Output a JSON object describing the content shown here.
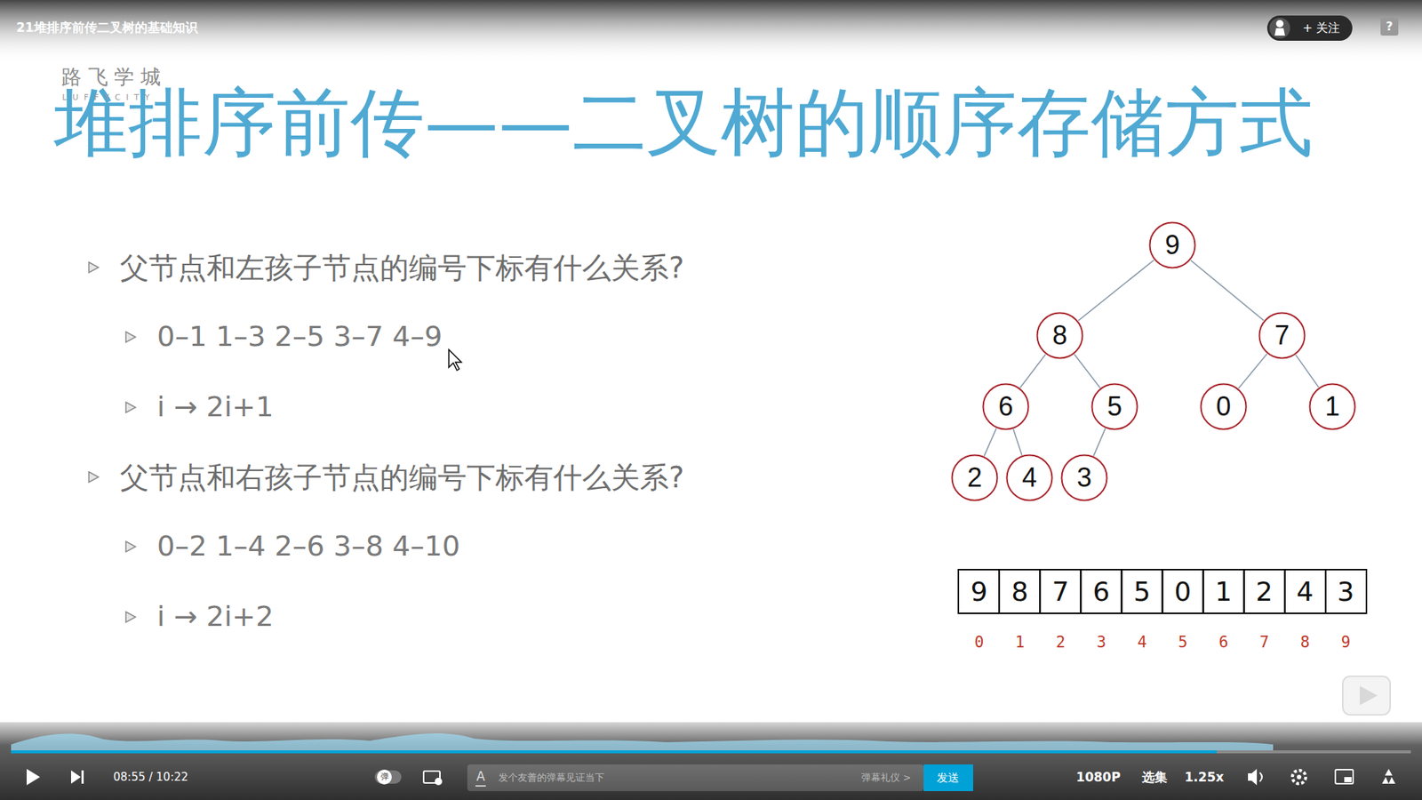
{
  "diagram": {
    "title": "堆排序前传——二叉树的顺序存储方式",
    "nodes": [
      {
        "text": [
          "9"
        ]
      },
      {
        "text": [
          "8"
        ]
      },
      {
        "text": [
          "7"
        ]
      },
      {
        "text": [
          "6"
        ]
      },
      {
        "text": [
          "5"
        ]
      },
      {
        "text": [
          "0"
        ]
      },
      {
        "text": [
          "1"
        ]
      },
      {
        "text": [
          "2"
        ]
      },
      {
        "text": [
          "4"
        ]
      },
      {
        "text": [
          "3"
        ]
      }
    ],
    "edges": [
      {
        "from": 0,
        "to": 1,
        "arrow": "none"
      },
      {
        "from": 0,
        "to": 2,
        "arrow": "none"
      },
      {
        "from": 1,
        "to": 3,
        "arrow": "none"
      },
      {
        "from": 1,
        "to": 4,
        "arrow": "none"
      },
      {
        "from": 2,
        "to": 5,
        "arrow": "none"
      },
      {
        "from": 2,
        "to": 6,
        "arrow": "none"
      },
      {
        "from": 3,
        "to": 7,
        "arrow": "none"
      },
      {
        "from": 3,
        "to": 8,
        "arrow": "none"
      },
      {
        "from": 4,
        "to": 9,
        "arrow": "none"
      }
    ],
    "labels": [
      "21堆排序前传二叉树的基础知识",
      "+ 关注",
      "?",
      "路 飞 学 城",
      "L U F F Y C I T Y",
      "父节点和左孩子节点的编号下标有什么关系?",
      "0–1 1–3 2–5 3–7 4–9",
      "i → 2i+1",
      "父节点和右孩子节点的编号下标有什么关系?",
      "0–2 1–4 2–6 3–8 4–10",
      "i → 2i+2",
      "9",
      "8",
      "7",
      "6",
      "5",
      "0",
      "1",
      "2",
      "4",
      "3",
      "0",
      "1",
      "2",
      "3",
      "4",
      "5",
      "6",
      "7",
      "8",
      "9",
      "08:55 / 10:22",
      "弹",
      "A",
      "发个友善的弹幕见证当下",
      "弹幕礼仪 >",
      "发送",
      "1080P",
      "选集",
      "1.25x"
    ]
  }
}
